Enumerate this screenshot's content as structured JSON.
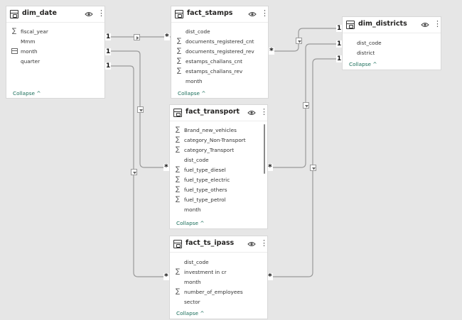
{
  "colors": {
    "canvas": "#e6e6e6",
    "card": "#ffffff",
    "line": "#9a9a9a",
    "collapse_link": "#1a6e5a"
  },
  "collapse_label": "Collapse",
  "tables": {
    "dim_date": {
      "title": "dim_date",
      "fields": [
        {
          "name": "fiscal_year",
          "icon": "sigma-icon"
        },
        {
          "name": "Mmm",
          "icon": ""
        },
        {
          "name": "month",
          "icon": "calendar-icon"
        },
        {
          "name": "quarter",
          "icon": ""
        }
      ]
    },
    "fact_stamps": {
      "title": "fact_stamps",
      "fields": [
        {
          "name": "dist_code",
          "icon": ""
        },
        {
          "name": "documents_registered_cnt",
          "icon": "sigma-icon"
        },
        {
          "name": "documents_registered_rev",
          "icon": "sigma-icon"
        },
        {
          "name": "estamps_challans_cnt",
          "icon": "sigma-icon"
        },
        {
          "name": "estamps_challans_rev",
          "icon": "sigma-icon"
        },
        {
          "name": "month",
          "icon": ""
        }
      ]
    },
    "dim_districts": {
      "title": "dim_districts",
      "fields": [
        {
          "name": "dist_code",
          "icon": ""
        },
        {
          "name": "district",
          "icon": ""
        }
      ]
    },
    "fact_transport": {
      "title": "fact_transport",
      "fields": [
        {
          "name": "Brand_new_vehicles",
          "icon": "sigma-icon"
        },
        {
          "name": "category_Non-Transport",
          "icon": "sigma-icon"
        },
        {
          "name": "category_Transport",
          "icon": "sigma-icon"
        },
        {
          "name": "dist_code",
          "icon": ""
        },
        {
          "name": "fuel_type_diesel",
          "icon": "sigma-icon"
        },
        {
          "name": "fuel_type_electric",
          "icon": "sigma-icon"
        },
        {
          "name": "fuel_type_others",
          "icon": "sigma-icon"
        },
        {
          "name": "fuel_type_petrol",
          "icon": "sigma-icon"
        },
        {
          "name": "month",
          "icon": ""
        }
      ]
    },
    "fact_ts_ipass": {
      "title": "fact_ts_ipass",
      "fields": [
        {
          "name": "dist_code",
          "icon": ""
        },
        {
          "name": "investment in cr",
          "icon": "sigma-icon"
        },
        {
          "name": "month",
          "icon": ""
        },
        {
          "name": "number_of_employees",
          "icon": "sigma-icon"
        },
        {
          "name": "sector",
          "icon": ""
        }
      ]
    }
  },
  "relationships": [
    {
      "from": "dim_date",
      "to": "fact_stamps",
      "one": "1",
      "many": "*",
      "direction": "single"
    },
    {
      "from": "dim_date",
      "to": "fact_transport",
      "one": "1",
      "many": "*",
      "direction": "single"
    },
    {
      "from": "dim_date",
      "to": "fact_ts_ipass",
      "one": "1",
      "many": "*",
      "direction": "single"
    },
    {
      "from": "dim_districts",
      "to": "fact_stamps",
      "one": "1",
      "many": "*",
      "direction": "single"
    },
    {
      "from": "dim_districts",
      "to": "fact_transport",
      "one": "1",
      "many": "*",
      "direction": "single"
    },
    {
      "from": "dim_districts",
      "to": "fact_ts_ipass",
      "one": "1",
      "many": "*",
      "direction": "single"
    }
  ]
}
